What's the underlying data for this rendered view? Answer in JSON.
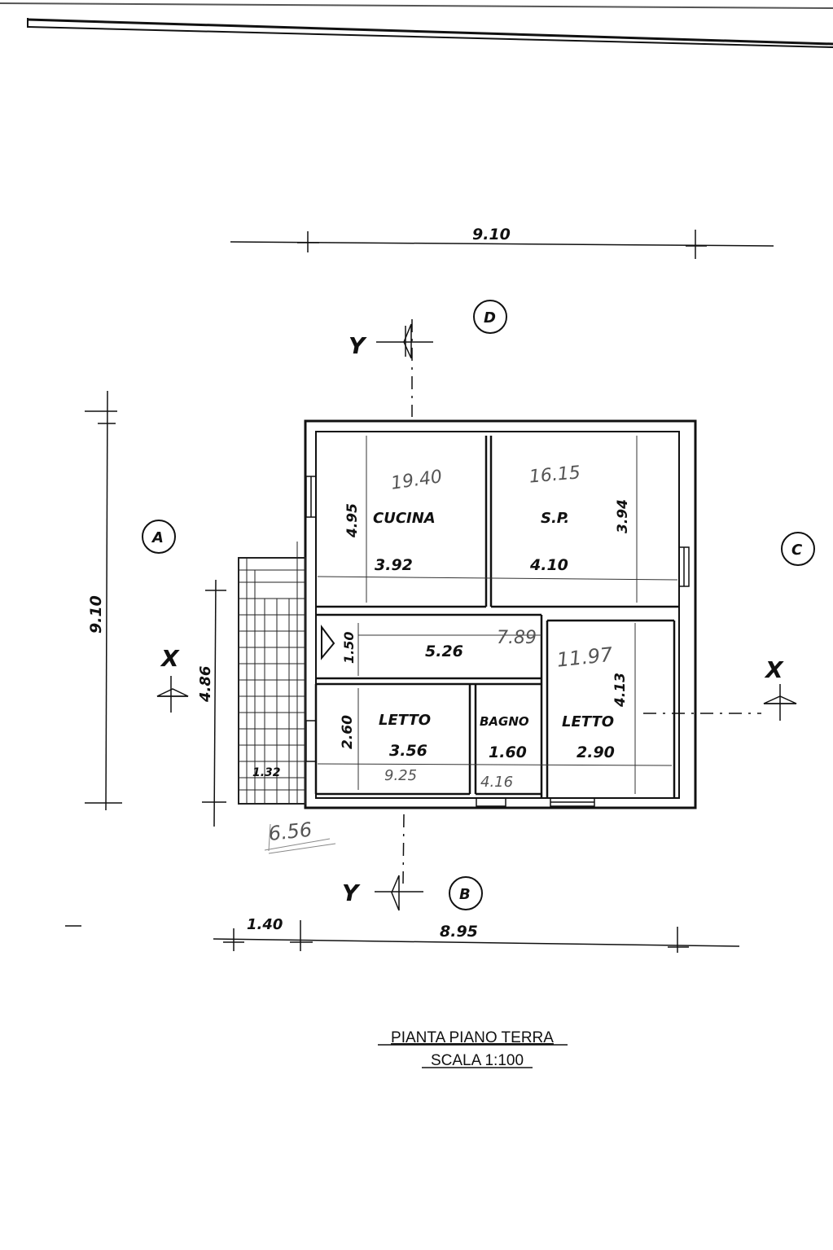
{
  "title": {
    "line1": "PIANTA PIANO TERRA",
    "line2": "SCALA 1:100"
  },
  "section_markers": {
    "y_top": "Y",
    "y_bottom": "Y",
    "x_left": "X",
    "x_right": "X"
  },
  "elevation_markers": {
    "a": "A",
    "b": "B",
    "c": "C",
    "d": "D"
  },
  "overall_dimensions": {
    "top": "9.10",
    "left": "9.10",
    "left_inner": "4.86",
    "bottom_main": "8.95",
    "bottom_side": "1.40",
    "stair": "1.32"
  },
  "rooms": {
    "cucina": {
      "name": "CUCINA",
      "width": "3.92",
      "height": "4.95"
    },
    "sp": {
      "name": "S.P.",
      "width": "4.10",
      "height": "3.94"
    },
    "corridor": {
      "width": "5.26",
      "height": "1.50"
    },
    "letto1": {
      "name": "LETTO",
      "width": "3.56",
      "height": "2.60"
    },
    "bagno": {
      "name": "BAGNO",
      "width": "1.60"
    },
    "letto2": {
      "name": "LETTO",
      "width": "2.90",
      "height": "4.13"
    }
  },
  "handwritten": {
    "cucina_area": "19.40",
    "sp_area": "16.15",
    "corridor_area": "7.89",
    "letto2_area": "11.97",
    "letto1_area": "9.25",
    "bagno_area": "4.16",
    "extra": "6.56"
  }
}
